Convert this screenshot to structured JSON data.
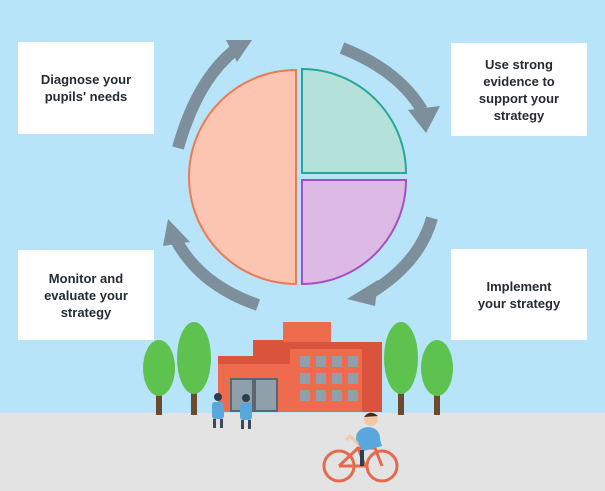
{
  "steps": {
    "diagnose": "Diagnose your\npupils' needs",
    "evidence": "Use strong\nevidence to\nsupport your\nstrategy",
    "implement": "Implement\nyour strategy",
    "monitor": "Monitor and\nevaluate your\nstrategy"
  },
  "colors": {
    "sky": "#b7e4f8",
    "ground": "#e3e3e3",
    "arrow": "#7d8f9a",
    "half_fill": "#fcc5b2",
    "half_stroke": "#ee7a55",
    "quarter_top_fill": "#b4e1d9",
    "quarter_top_stroke": "#2aa597",
    "quarter_bottom_fill": "#ddb9e6",
    "quarter_bottom_stroke": "#a74fc2",
    "building": "#ef6b4d",
    "tree": "#5ec24f"
  },
  "icons": [
    "cycle-arrow-icon",
    "pie-diagram",
    "school-building",
    "tree",
    "child-figure",
    "cyclist"
  ]
}
